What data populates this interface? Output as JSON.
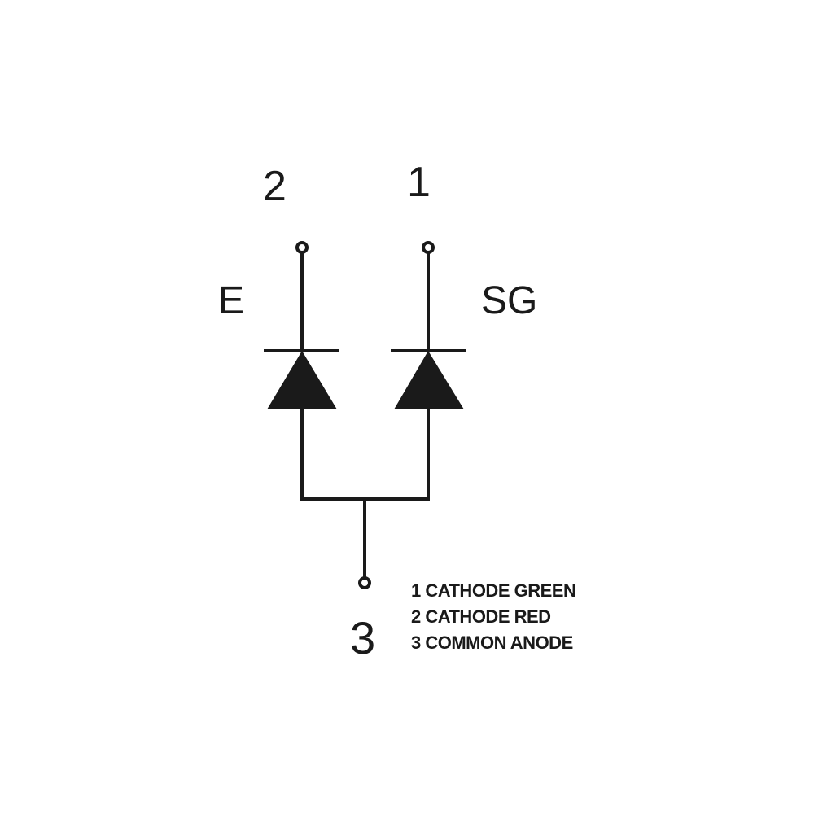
{
  "diagram": {
    "type": "dual LED schematic, common anode",
    "pins": [
      {
        "number": "2",
        "label": "E"
      },
      {
        "number": "1",
        "label": "SG"
      },
      {
        "number": "3",
        "label": ""
      }
    ],
    "legend": [
      "1 CATHODE GREEN",
      "2 CATHODE RED",
      "3 COMMON ANODE"
    ],
    "colors": {
      "line": "#1a1a1a",
      "background": "#ffffff"
    }
  }
}
